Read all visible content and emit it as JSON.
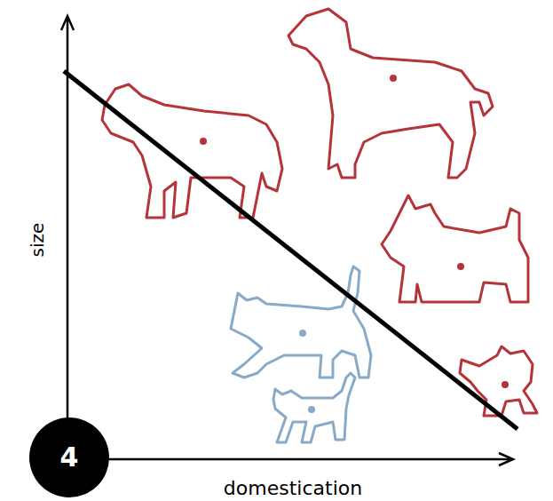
{
  "diagram": {
    "labels": [
      "size",
      "domestication",
      "4"
    ]
  }
}
